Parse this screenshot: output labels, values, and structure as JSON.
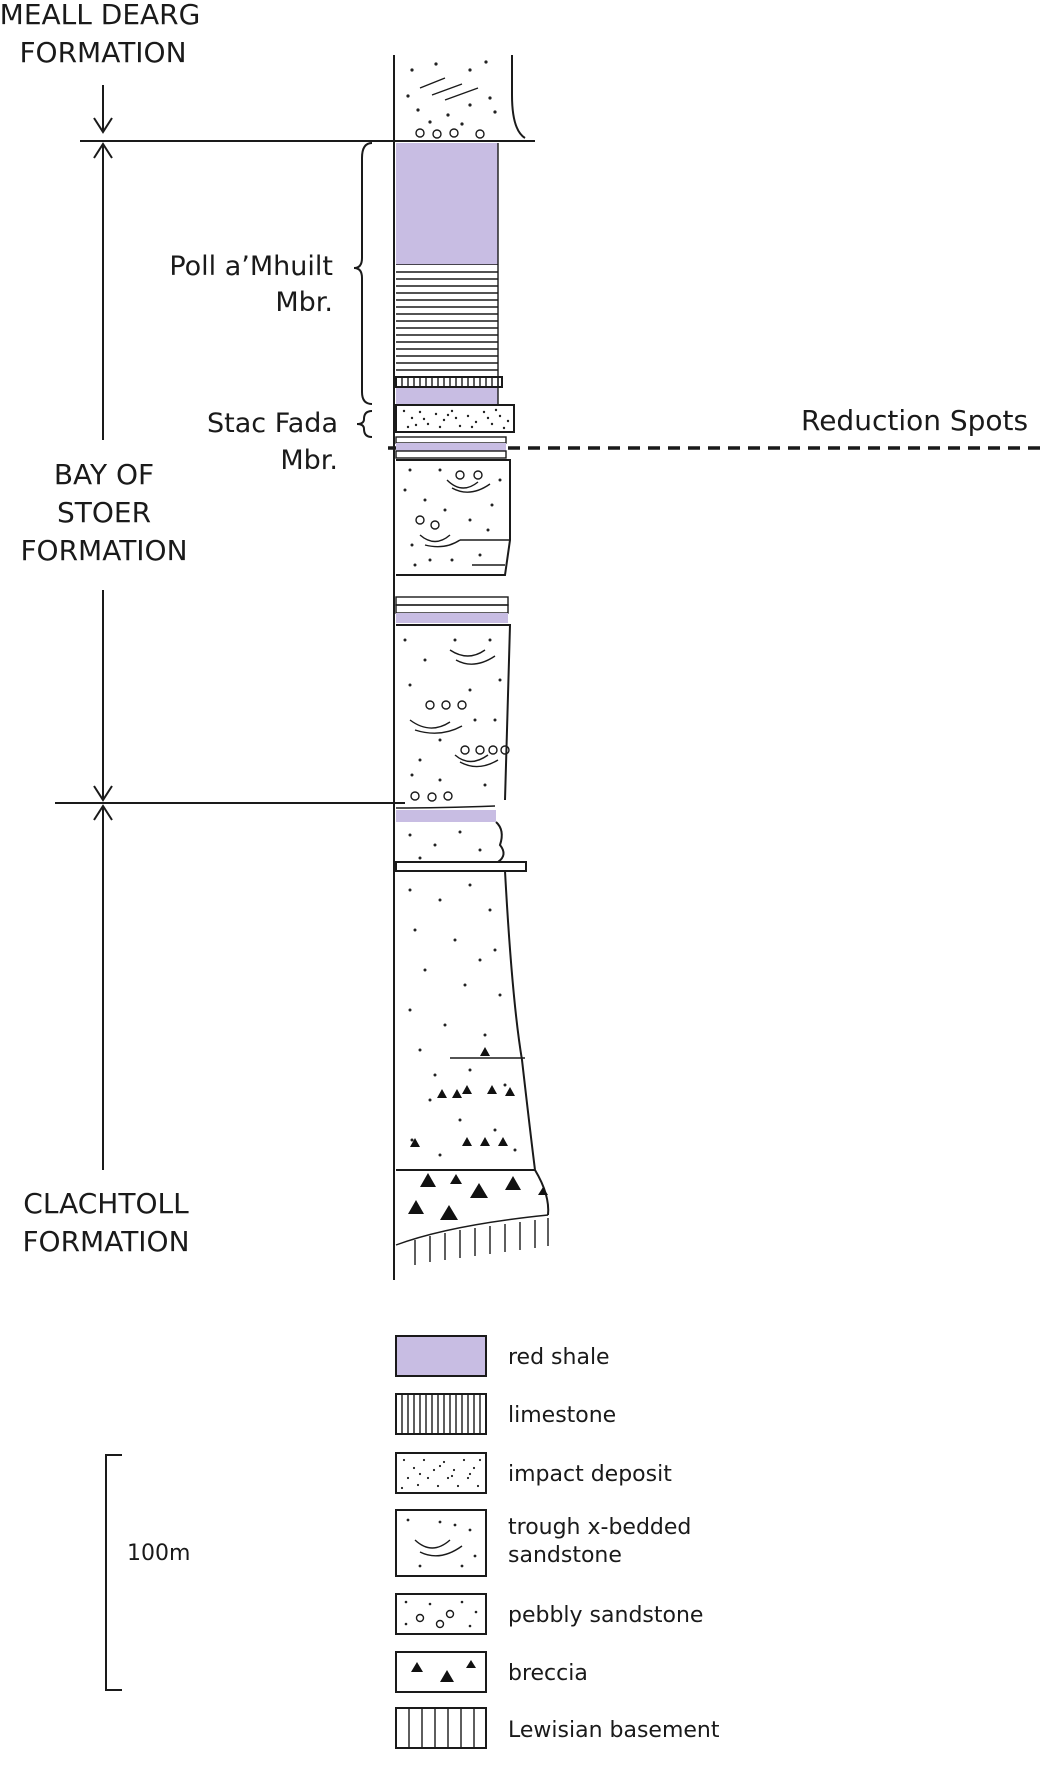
{
  "formations": {
    "meall_dearg": [
      "MEALL DEARG",
      "FORMATION"
    ],
    "bay_of_stoer": [
      "BAY OF",
      "STOER",
      "FORMATION"
    ],
    "clachtoll": [
      "CLACHTOLL",
      "FORMATION"
    ]
  },
  "members": {
    "poll_a_mhuilt": [
      "Poll a’Mhuilt",
      "Mbr."
    ],
    "stac_fada": [
      "Stac Fada",
      "Mbr."
    ]
  },
  "annotation": "Reduction Spots",
  "scale_bar": "100m",
  "legend": [
    {
      "key": "red-shale",
      "label": [
        "red shale"
      ]
    },
    {
      "key": "limestone",
      "label": [
        "limestone"
      ]
    },
    {
      "key": "impact-deposit",
      "label": [
        "impact deposit"
      ]
    },
    {
      "key": "trough-sandstone",
      "label": [
        "trough x-bedded",
        "sandstone"
      ]
    },
    {
      "key": "pebbly-sandstone",
      "label": [
        "pebbly sandstone"
      ]
    },
    {
      "key": "breccia",
      "label": [
        "breccia"
      ]
    },
    {
      "key": "lewisian-basement",
      "label": [
        "Lewisian basement"
      ]
    }
  ],
  "colors": {
    "red_shale": "#c8bde3",
    "line": "#1a1a1a",
    "background": "#ffffff"
  }
}
